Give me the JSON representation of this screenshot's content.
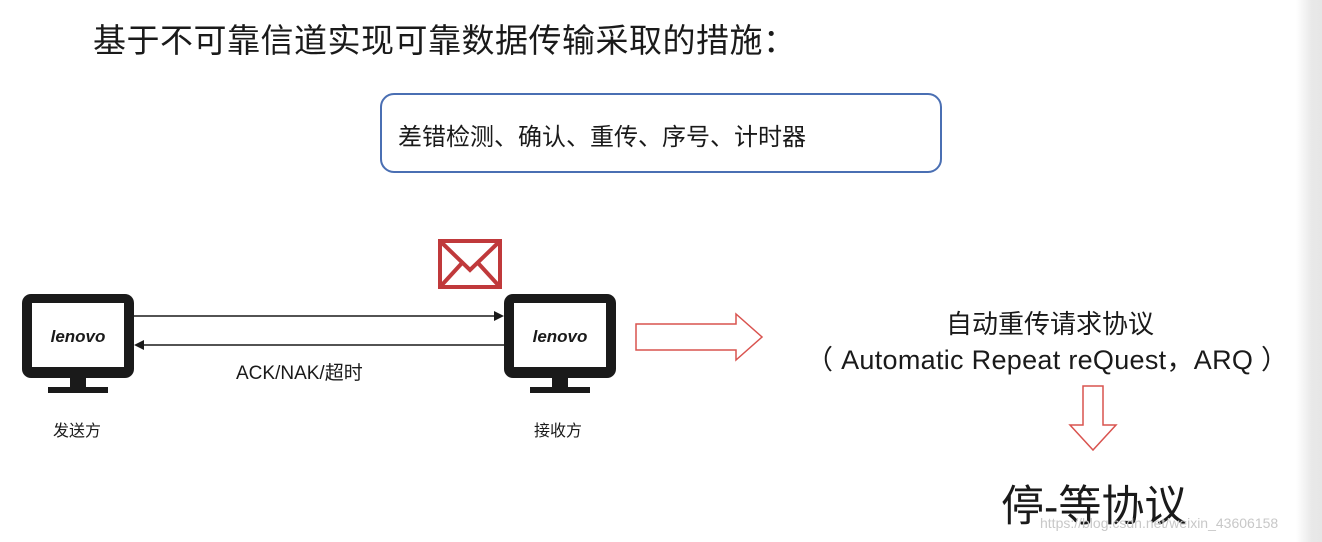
{
  "title": "基于不可靠信道实现可靠数据传输采取的措施：",
  "measures_box": {
    "text": "差错检测、确认、重传、序号、计时器"
  },
  "sender": {
    "brand": "lenovo",
    "label": "发送方"
  },
  "receiver": {
    "brand": "lenovo",
    "label": "接收方"
  },
  "ack_label": "ACK/NAK/超时",
  "arq": {
    "name": "自动重传请求协议",
    "full": "（ Automatic Repeat reQuest，ARQ ）"
  },
  "result": "停-等协议",
  "watermark": "https://blog.csdn.net/weixin_43606158",
  "colors": {
    "box_border": "#4a6fb3",
    "envelope": "#c0393b",
    "hollow_arrow": "#d9534f",
    "monitor": "#1a1a1a"
  },
  "icons": [
    "monitor-icon",
    "envelope-icon",
    "hollow-right-arrow",
    "hollow-down-arrow"
  ]
}
